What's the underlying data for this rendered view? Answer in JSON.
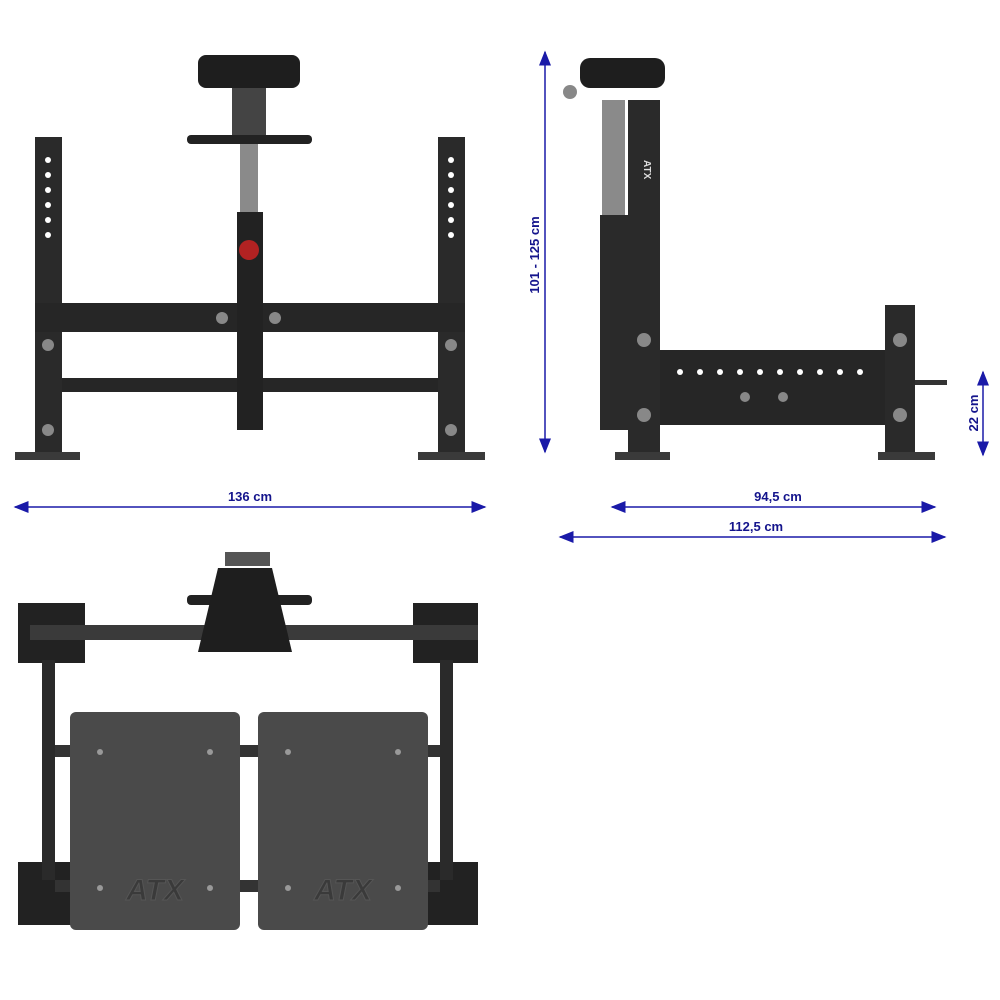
{
  "dimensions": {
    "front_width": "136 cm",
    "side_height": "101 - 125 cm",
    "side_base_length": "94,5 cm",
    "side_total_length": "112,5 cm",
    "side_foot_height": "22 cm"
  },
  "brand_logo": "ATX",
  "colors": {
    "dimension_line": "#1a1aa8",
    "frame": "#2a2a2a",
    "seat": "#1e1e1e",
    "tube": "#8a8a8a",
    "plate": "#4a4a4a",
    "knob": "#b22222"
  }
}
